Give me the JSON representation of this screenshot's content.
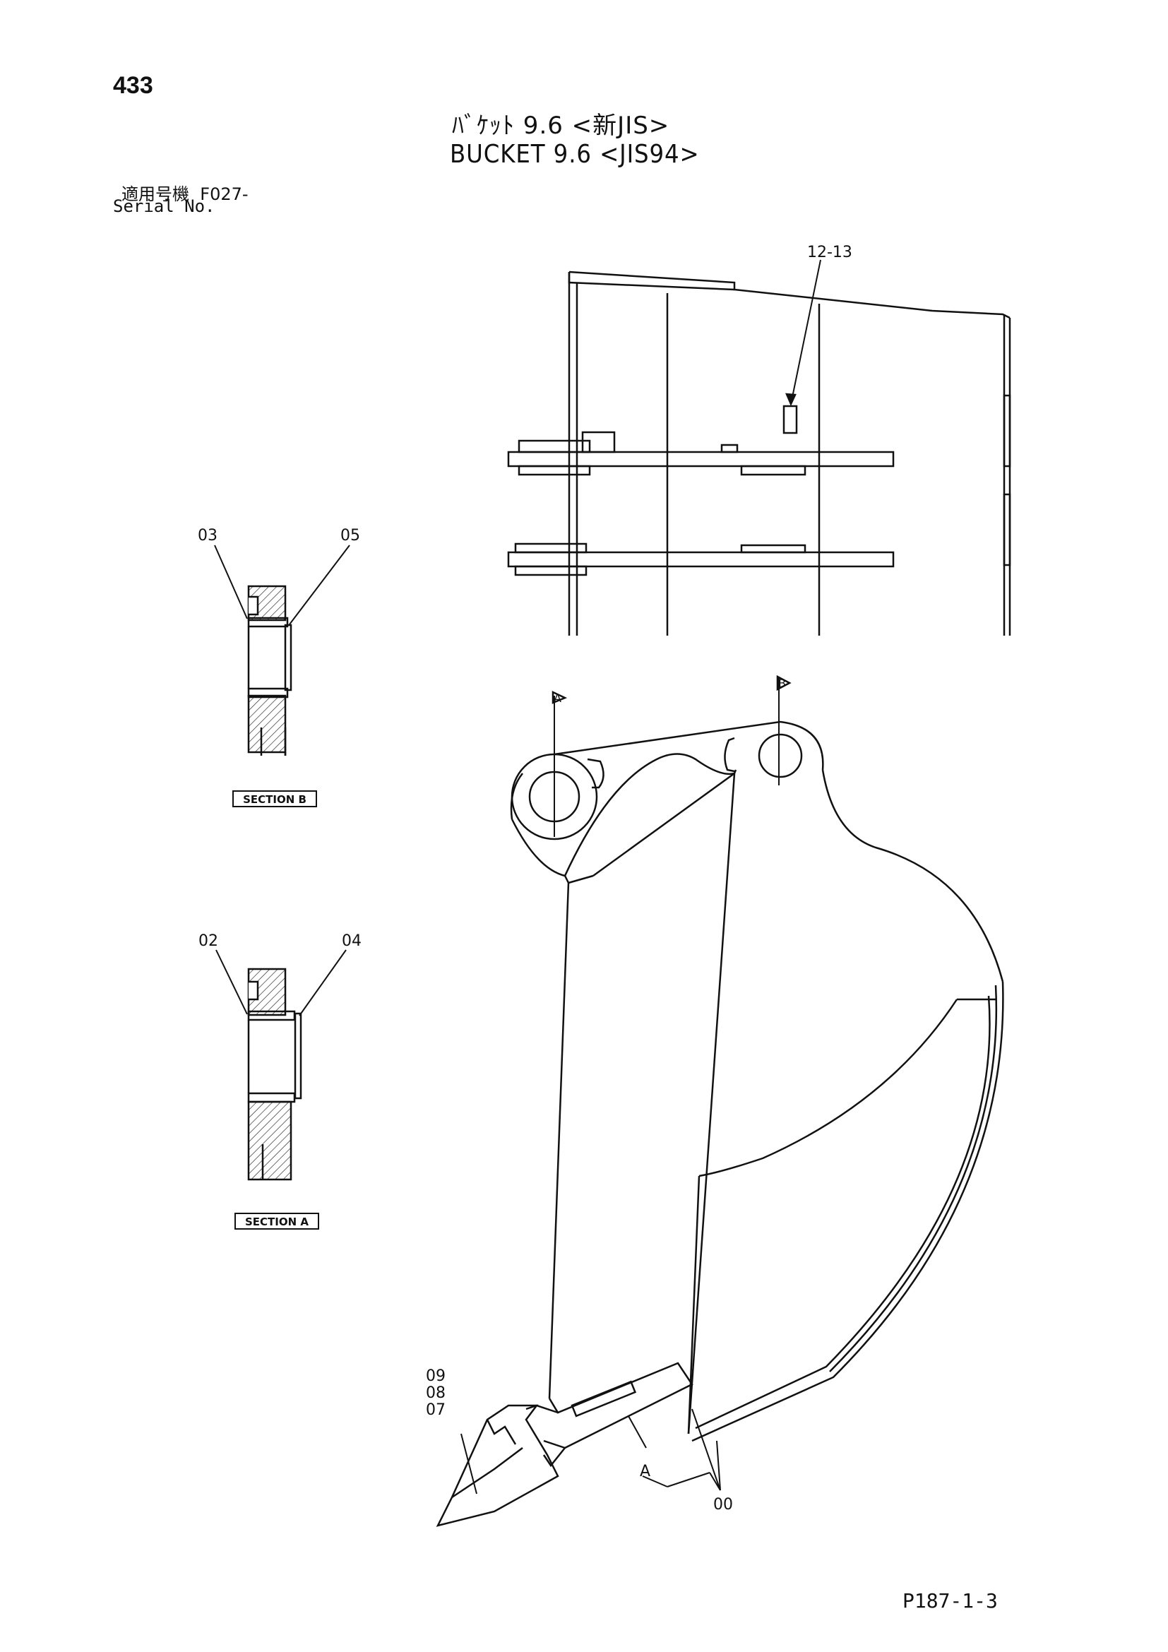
{
  "header": {
    "page_number": "433",
    "title_jp": "ﾊﾞｹｯﾄ 9.6 <新JIS>",
    "title_en": "BUCKET 9.6 <JIS94>",
    "applicable_model_label": "適用号機",
    "applicable_model_value": "F027-",
    "serial_label": "Serial No."
  },
  "callouts": {
    "c_12_13": "12-13",
    "c_03": "03",
    "c_05": "05",
    "c_02": "02",
    "c_04": "04",
    "c_09": "09",
    "c_08": "08",
    "c_07": "07",
    "c_00": "00",
    "c_A": "A",
    "marker_A": "A",
    "marker_B": "B"
  },
  "sections": {
    "section_b": "SECTION B",
    "section_a": "SECTION A"
  },
  "footer": {
    "page_ref": "P187-1-3"
  }
}
